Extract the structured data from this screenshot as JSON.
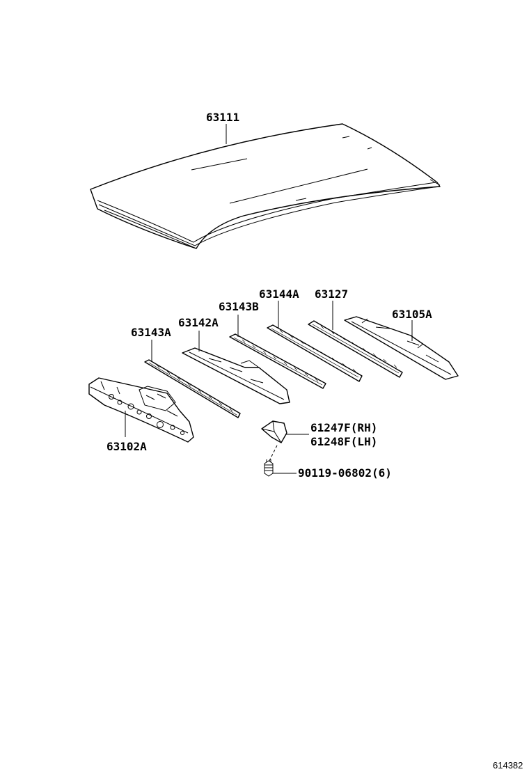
{
  "labels": {
    "roof_panel": "63111",
    "reinf_144a": "63144A",
    "reinf_127": "63127",
    "reinf_143b": "63143B",
    "rear_header": "63105A",
    "reinf_142a": "63142A",
    "reinf_143a": "63143A",
    "bracket_rh": "61247F(RH)",
    "bracket_lh": "61248F(LH)",
    "front_header": "63102A",
    "bolt": "90119-06802(6)"
  },
  "figure_number": "614382"
}
